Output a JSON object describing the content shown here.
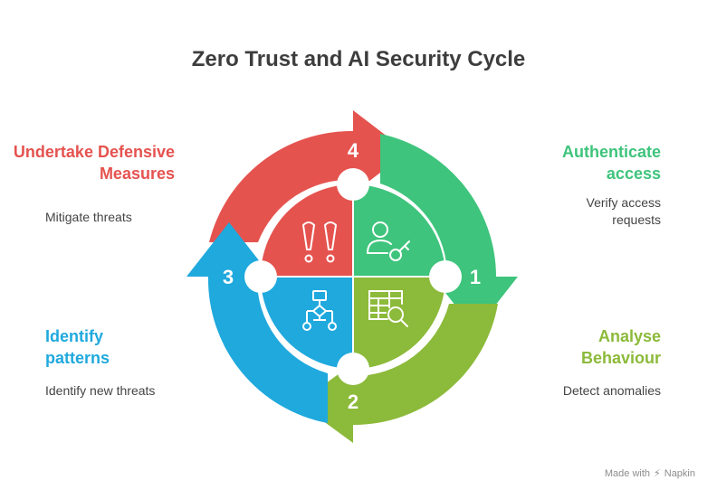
{
  "title": "Zero Trust and AI Security Cycle",
  "colors": {
    "red": "#e5534f",
    "green": "#3ec47c",
    "olive": "#8cba3a",
    "blue": "#1fa9dd",
    "title": "#3d3d3d"
  },
  "steps": [
    {
      "number": "1",
      "title_lines": [
        "Authenticate",
        "access"
      ],
      "description_lines": [
        "Verify access",
        "requests"
      ],
      "color": "#3ec47c",
      "icon": "user-key-icon"
    },
    {
      "number": "2",
      "title_lines": [
        "Analyse",
        "Behaviour"
      ],
      "description_lines": [
        "Detect anomalies"
      ],
      "color": "#8cba3a",
      "icon": "table-search-icon"
    },
    {
      "number": "3",
      "title_lines": [
        "Identify",
        "patterns"
      ],
      "description_lines": [
        "Identify new threats"
      ],
      "color": "#1fa9dd",
      "icon": "hierarchy-icon"
    },
    {
      "number": "4",
      "title_lines": [
        "Undertake Defensive",
        "Measures"
      ],
      "description_lines": [
        "Mitigate threats"
      ],
      "color": "#e5534f",
      "icon": "exclamation-icon"
    }
  ],
  "watermark": {
    "prefix": "Made with",
    "brand": "Napkin"
  }
}
